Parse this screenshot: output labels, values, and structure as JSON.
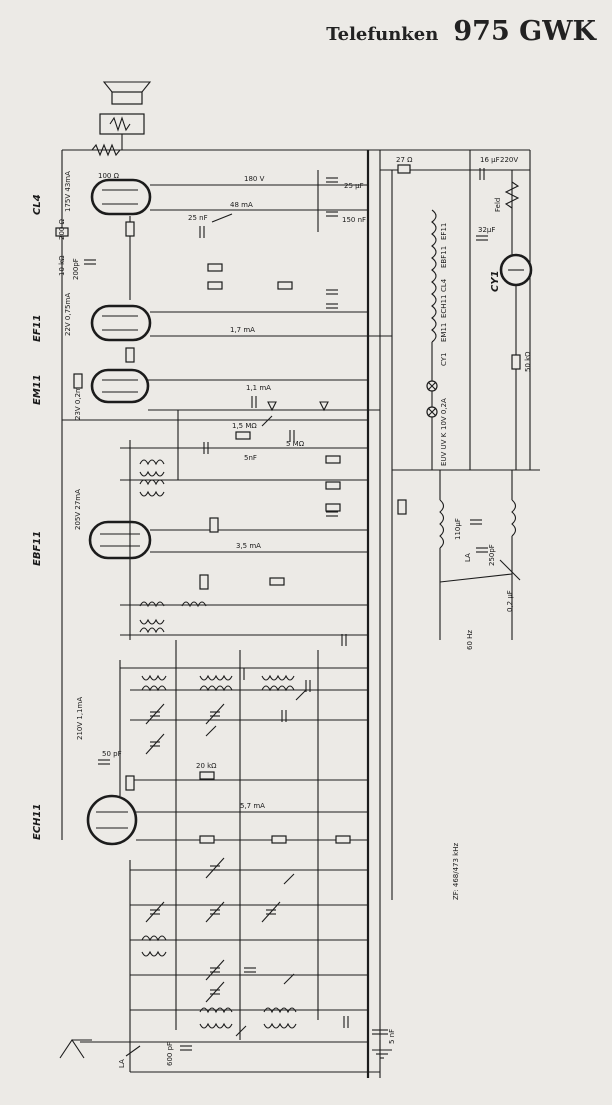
{
  "header": {
    "brand": "Telefunken",
    "model": "975 GWK"
  },
  "tubes": [
    {
      "name": "CL4",
      "values": "175V 43mA"
    },
    {
      "name": "EF11",
      "values": "22V 0,75mA"
    },
    {
      "name": "EM11",
      "values": "23V 0,2mA"
    },
    {
      "name": "EBF11",
      "values": "205V 27mA"
    },
    {
      "name": "ECH11",
      "values": "210V 1,1mA"
    }
  ],
  "rectifier": {
    "name": "CY1"
  },
  "labels": {
    "r100": "100 Ω",
    "r200": "200 Ω",
    "r10k": "10 kΩ",
    "c200p": "200pF",
    "v180": "180 V",
    "c25": "25 μF",
    "ma48": "48 mA",
    "c25n": "25 nF",
    "c150": "150 nF",
    "ma17": "1,7 mA",
    "ma11": "1,1 mA",
    "r15M": "1,5 MΩ",
    "r5M": "5 MΩ",
    "c5n": "5nF",
    "ma35": "3,5 mA",
    "ma57": "5,7 mA",
    "c50": "50 pF",
    "r20k": "20 kΩ",
    "r27": "27 Ω",
    "field": "Feld",
    "c16": "16 μF",
    "v220": "220V",
    "c32": "32μF",
    "heaters": [
      "EF11",
      "EBF11",
      "CL4",
      "ECH11",
      "EM11",
      "CY1"
    ],
    "lamp": "10V 0,2A",
    "selector": "EUV UV K",
    "r50": "50 kΩ",
    "c110": "110μF",
    "la": "LA",
    "c250": "250pF",
    "ck": "0,2 μF",
    "hz": "60 Hz",
    "lv": "LA",
    "c600": "600 pF",
    "c5": "5 nF",
    "if": "ZF: 468/473 kHz"
  }
}
